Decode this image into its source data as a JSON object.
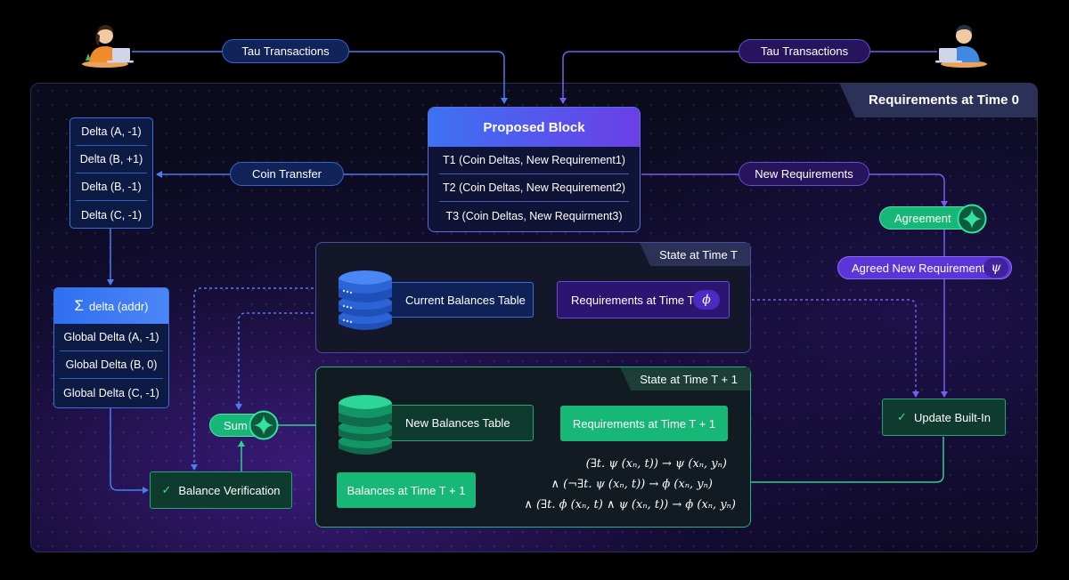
{
  "colors": {
    "blue": "#3f6fd6",
    "purple": "#6a4ccf",
    "green": "#17b877",
    "dark_bg": "#0b0b1e"
  },
  "users": {
    "left_icon": "person-at-laptop-icon",
    "right_icon": "person-at-laptop-icon"
  },
  "top": {
    "left_tx": "Tau Transactions",
    "right_tx": "Tau Transactions",
    "requirements_time0": "Requirements at Time 0"
  },
  "proposed_block": {
    "title": "Proposed Block",
    "items": [
      "T1 (Coin Deltas, New Requirement1)",
      "T2 (Coin Deltas, New Requirement2)",
      "T3 (Coin Deltas, New Requirment3)"
    ]
  },
  "coin_transfer": "Coin Transfer",
  "new_requirements": "New Requirements",
  "deltas": [
    "Delta (A, -1)",
    "Delta (B, +1)",
    "Delta (B, -1)",
    "Delta (C, -1)"
  ],
  "sigma": {
    "symbol": "Σ",
    "label": "delta (addr)",
    "items": [
      "Global Delta (A, -1)",
      "Global Delta (B, 0)",
      "Global Delta (C, -1)"
    ]
  },
  "agreement": "Agreement",
  "agreed_req": {
    "label": "Agreed New Requirement",
    "symbol": "ψ"
  },
  "state_t": {
    "tab": "State at Time T",
    "balances": "Current Balances Table",
    "requirements": "Requirements at Time T",
    "symbol": "ϕ"
  },
  "state_t1": {
    "tab": "State at Time T + 1",
    "balances": "New Balances Table",
    "requirements": "Requirements at Time T + 1",
    "balances_at": "Balances at Time T + 1"
  },
  "formulas": [
    "(∃t. ψ (xₙ, t)) → ψ (xₙ, yₙ)",
    "∧ (¬∃t. ψ (xₙ, t)) → ϕ (xₙ, yₙ)",
    "∧ (∃t. ϕ (xₙ, t) ∧ ψ (xₙ, t)) → ϕ (xₙ, yₙ)"
  ],
  "sum": "Sum",
  "balance_verification": "Balance Verification",
  "update_builtin": "Update Built-In"
}
